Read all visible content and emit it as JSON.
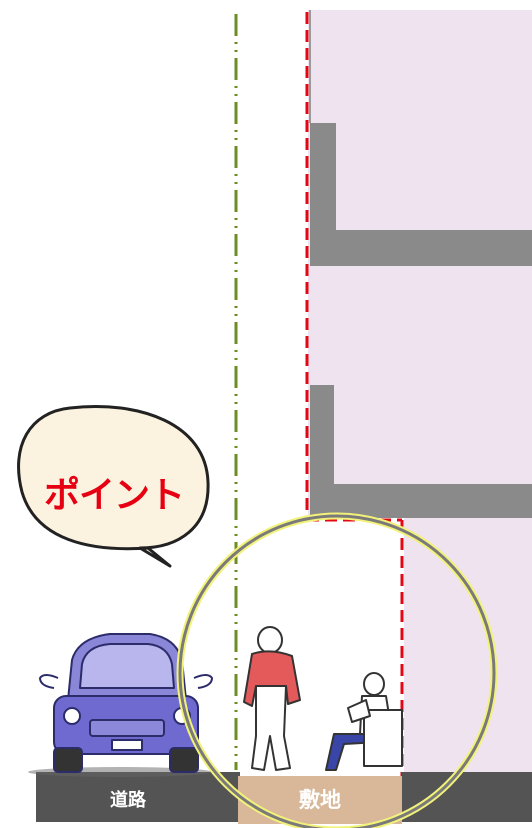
{
  "callout": {
    "text": "ポイント",
    "text_color": "#e60012",
    "fill": "#fbf3df"
  },
  "ground": {
    "road_label": "道路",
    "site_label": "敷地"
  },
  "colors": {
    "building_fill": "#efe3ef",
    "slab": "#8a8a8a",
    "setback_line": "#e30613",
    "road_line": "#6b8e23",
    "ground_dark": "#545454",
    "site_ground": "#d9b89a",
    "highlight_circle": "#7a7a7a",
    "highlight_glow": "#f2f27a"
  },
  "figures": [
    "car-icon",
    "standing-person-icon",
    "sitting-person-icon"
  ]
}
